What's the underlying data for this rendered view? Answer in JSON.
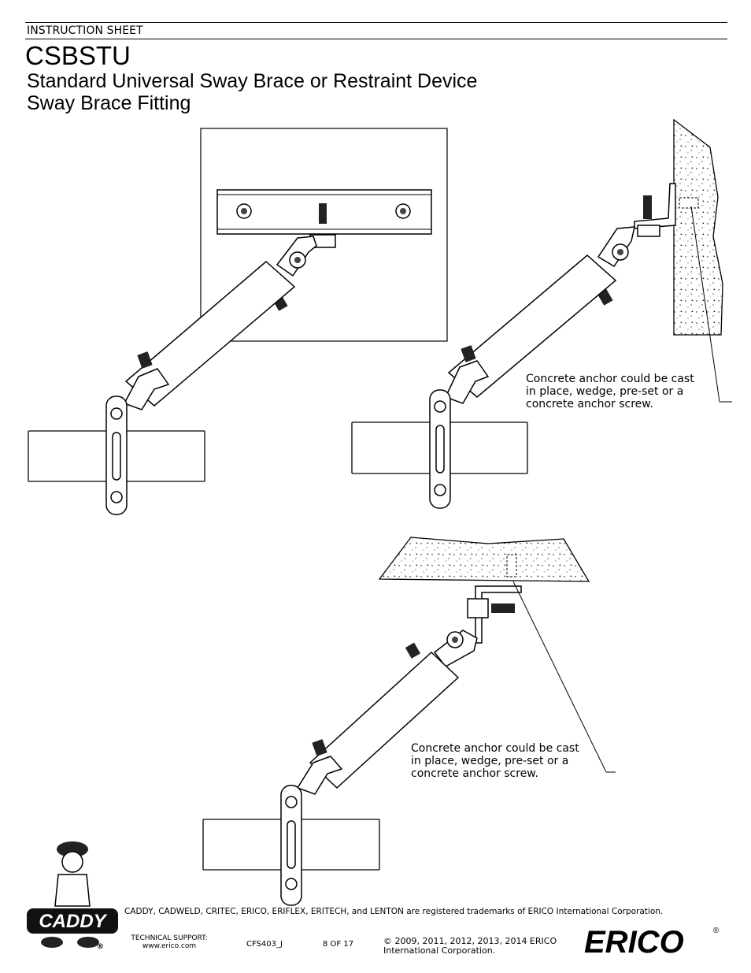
{
  "header": {
    "doc_type": "INSTRUCTION SHEET",
    "part_number": "CSBSTU",
    "subtitle_line1": "Standard Universal Sway Brace or Restraint Device",
    "subtitle_line2": "Sway Brace Fitting"
  },
  "callouts": {
    "anchor_note_1": [
      "Concrete anchor could be cast",
      "in place, wedge, pre-set or a",
      "concrete anchor screw."
    ],
    "anchor_note_2": [
      "Concrete anchor could be cast",
      "in place, wedge, pre-set or a",
      "concrete anchor screw."
    ]
  },
  "footer": {
    "trademarks": "CADDY, CADWELD, CRITEC, ERICO, ERIFLEX, ERITECH, and LENTON are registered trademarks of ERICO International Corporation.",
    "tech_support_label": "TECHNICAL SUPPORT:",
    "tech_support_url": "www.erico.com",
    "doc_code": "CFS403_J",
    "page_number": "8 OF 17",
    "copyright_line1": "© 2009, 2011, 2012, 2013, 2014 ERICO",
    "copyright_line2": "International Corporation.",
    "caddy_logo_text": "CADDY",
    "erico_logo_text": "ERICO",
    "registered_mark": "®"
  }
}
